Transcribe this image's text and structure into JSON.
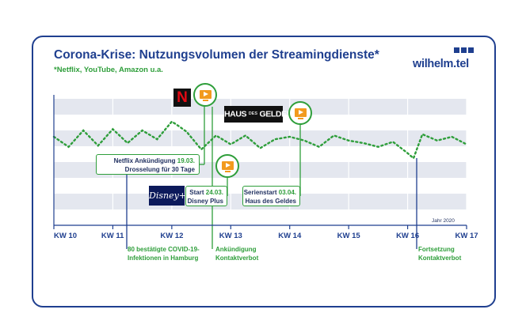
{
  "header": {
    "title": "Corona-Krise: Nutzungsvolumen der Streamingdienste*",
    "subtitle": "*Netflix, YouTube, Amazon u.a."
  },
  "brand": {
    "logo_text": "wilhelm.tel"
  },
  "colors": {
    "navy": "#1f3f8f",
    "green": "#2e9e3a",
    "orange": "#f29a1e",
    "band": "#e4e7ef"
  },
  "chart_data": {
    "type": "line",
    "xlabel": "",
    "ylabel": "",
    "year_note": "Jahr 2020",
    "x_ticks": [
      "KW 10",
      "KW 11",
      "KW 12",
      "KW 13",
      "KW 14",
      "KW 15",
      "KW 16",
      "KW 17"
    ],
    "xlim": [
      10,
      17
    ],
    "ylim": [
      0,
      100
    ],
    "grid": true,
    "series": [
      {
        "x": [
          10.0,
          10.25,
          10.5,
          10.75,
          11.0,
          11.25,
          11.5,
          11.75,
          12.0,
          12.1,
          12.25,
          12.5,
          12.75,
          13.0,
          13.25,
          13.5,
          13.75,
          14.0,
          14.25,
          14.5,
          14.75,
          15.0,
          15.25,
          15.5,
          15.75,
          16.0,
          16.1,
          16.25,
          16.5,
          16.75,
          17.0
        ],
        "y": [
          70,
          62,
          75,
          63,
          76,
          65,
          75,
          68,
          82,
          79,
          74,
          60,
          71,
          64,
          71,
          61,
          68,
          70,
          67,
          62,
          71,
          67,
          65,
          62,
          66,
          57,
          53,
          72,
          67,
          70,
          64
        ]
      }
    ],
    "annotations": [
      {
        "label": "Netflix Ankündigung",
        "date": "19.03.",
        "text2": "Drosselung für 30 Tage"
      },
      {
        "label": "Start",
        "date": "24.03.",
        "text2": "Disney Plus"
      },
      {
        "label": "Serienstart",
        "date": "03.04.",
        "text2": "Haus des Geldes"
      }
    ],
    "bottom_notes": [
      {
        "line1": "80 bestätigte COVID-19-",
        "line2": "Infektionen in Hamburg"
      },
      {
        "line1": "Ankündigung",
        "line2": "Kontaktverbot"
      },
      {
        "line1": "Fortsetzung",
        "line2": "Kontaktverbot"
      }
    ]
  },
  "logos": {
    "netflix": "N",
    "haus_a": "HAUS",
    "haus_b": "DES",
    "haus_c": "GELDES",
    "disney": "Disney+"
  },
  "icons": [
    "tv-play-icon",
    "logo-squares-icon"
  ]
}
